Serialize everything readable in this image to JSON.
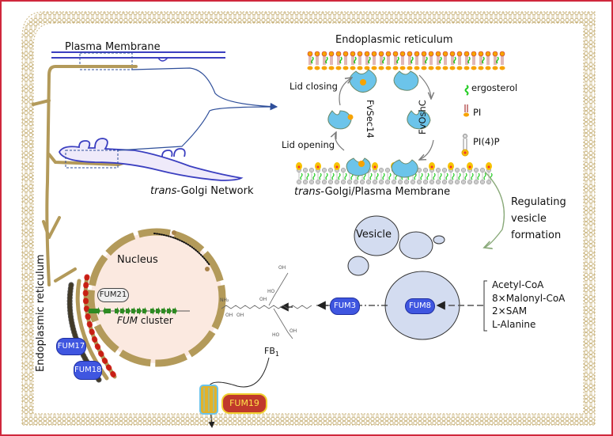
{
  "labels": {
    "plasma_membrane": "Plasma Membrane",
    "trans_golgi_network_italic": "trans",
    "trans_golgi_network_rest": "-Golgi Network",
    "endoplasmic_reticulum_top": "Endoplasmic reticulum",
    "lid_closing": "Lid closing",
    "lid_opening": "Lid opening",
    "fvsec14": "FvSec14",
    "fvoshc": "FvOshC",
    "trans_golgi_pm_italic": "trans",
    "trans_golgi_pm_rest": "-Golgi/Plasma Membrane",
    "regulating_vesicle_formation": [
      "Regulating",
      "vesicle",
      "formation"
    ],
    "vesicle": "Vesicle",
    "nucleus": "Nucleus",
    "fum_cluster_italic": "FUM",
    "fum_cluster_rest": " cluster",
    "endoplasmic_reticulum_side": "Endoplasmic reticulum",
    "fb1": "FB",
    "fb1_sub": "1"
  },
  "legend": {
    "ergosterol": "ergosterol",
    "pi": "PI",
    "pi4p": "PI(4)P"
  },
  "proteins": {
    "fum21": "FUM21",
    "fum17": "FUM17",
    "fum18": "FUM18",
    "fum3": "FUM3",
    "fum8": "FUM8",
    "fum19": "FUM19"
  },
  "substrates": [
    "Acetyl-CoA",
    "8×Malonyl-CoA",
    "2×SAM",
    "L-Alanine"
  ],
  "colors": {
    "frame": "#d0283c",
    "membrane": "#c8b27a",
    "er_tube": "#b39a5a",
    "golgi": "#3b3fc0",
    "protein_blue": "#3f56e0",
    "lipid_transfer": "#6cc4ea",
    "ergosterol": "#22cc22",
    "fum19": "#c0392b",
    "vesicle": "#d3dcf0",
    "nucleus_fill": "#fbe9e0"
  }
}
